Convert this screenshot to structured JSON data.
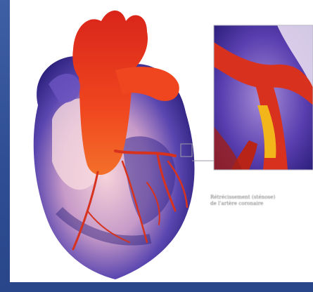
{
  "slide": {
    "background_color": "#2f4e94",
    "panel_color": "#ffffff"
  },
  "illustration": {
    "subject": "heart-with-coronary-artery-closeup",
    "colors": {
      "heart_blue": "#3b2f8f",
      "heart_pink": "#f3c4cf",
      "artery_red": "#e8331c",
      "plaque_yellow": "#f2b51a"
    }
  },
  "caption": {
    "line1": "Rétrécissement (sténose)",
    "line2": "de l'artère coronaire"
  }
}
